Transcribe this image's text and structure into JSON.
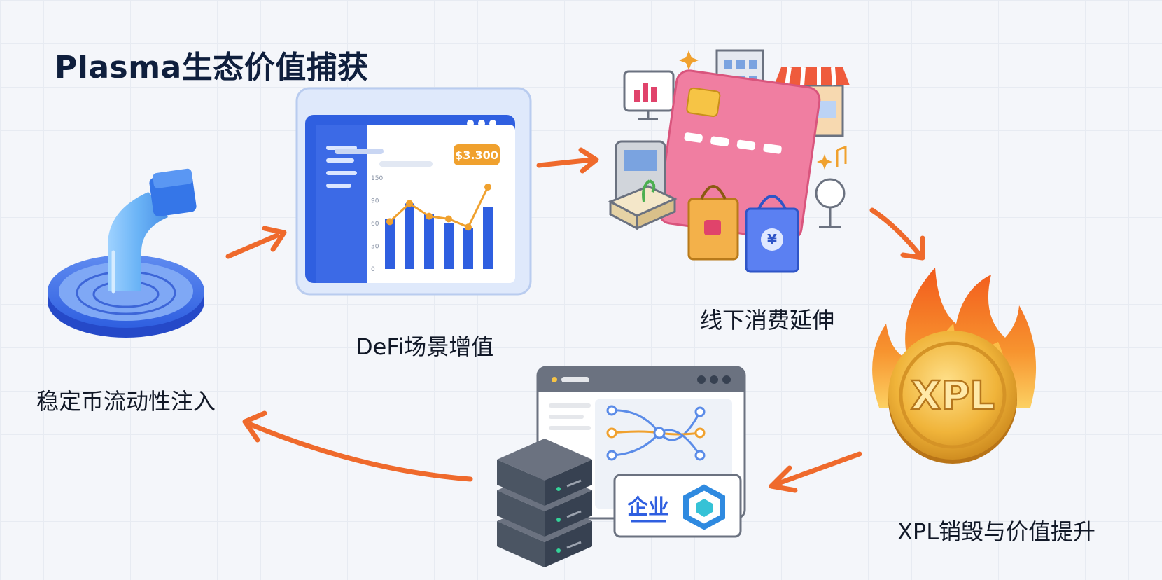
{
  "title": "Plasma生态价值捕获",
  "stages": [
    {
      "label": "稳定币流动性注入",
      "icon": "liquidity-pipe-icon"
    },
    {
      "label": "DeFi场景增值",
      "icon": "defi-dashboard-icon"
    },
    {
      "label": "线下消费延伸",
      "icon": "offline-payment-icon"
    },
    {
      "label": "XPL销毁与价值提升",
      "icon": "burning-coin-icon"
    },
    {
      "label": "",
      "icon": "enterprise-server-icon"
    }
  ],
  "dashboard": {
    "price_badge": "$3.300",
    "y_ticks": [
      "150",
      "90",
      "60",
      "30",
      "0"
    ],
    "bars": [
      0.55,
      0.72,
      0.6,
      0.5,
      0.45,
      0.68
    ],
    "line": [
      0.52,
      0.72,
      0.58,
      0.55,
      0.46,
      0.9
    ]
  },
  "coin_text": "XPL",
  "enterprise_tag": "企业",
  "colors": {
    "arrow": "#ef6a2c",
    "accent_blue": "#2f5fe0",
    "flame": "#f47a2a",
    "coin": "#e7a935"
  }
}
